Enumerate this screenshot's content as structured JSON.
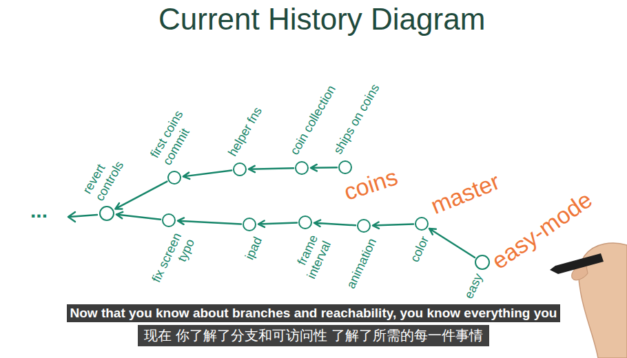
{
  "diagram": {
    "title": "Current History Diagram",
    "nodes": [
      {
        "text": [
          "revert controls"
        ]
      },
      {
        "text": [
          "first coins commit"
        ]
      },
      {
        "text": [
          "helper fns"
        ]
      },
      {
        "text": [
          "coin collection"
        ]
      },
      {
        "text": [
          "ships on coins"
        ]
      },
      {
        "text": [
          "fix screen typo"
        ]
      },
      {
        "text": [
          "ipad"
        ]
      },
      {
        "text": [
          "frame interval"
        ]
      },
      {
        "text": [
          "animation"
        ]
      },
      {
        "text": [
          "color"
        ]
      },
      {
        "text": [
          "easy"
        ]
      }
    ],
    "edges": [
      {
        "from": 1,
        "to": 0,
        "arrow": "to"
      },
      {
        "from": 2,
        "to": 1,
        "arrow": "to"
      },
      {
        "from": 3,
        "to": 2,
        "arrow": "to"
      },
      {
        "from": 4,
        "to": 3,
        "arrow": "to"
      },
      {
        "from": 5,
        "to": 0,
        "arrow": "to"
      },
      {
        "from": 6,
        "to": 5,
        "arrow": "to"
      },
      {
        "from": 7,
        "to": 6,
        "arrow": "to"
      },
      {
        "from": 8,
        "to": 7,
        "arrow": "to"
      },
      {
        "from": 9,
        "to": 8,
        "arrow": "to"
      },
      {
        "from": 10,
        "to": 9,
        "arrow": "to"
      }
    ],
    "labels": [
      "...",
      "coins",
      "master",
      "easy-mode",
      "Now that you know about branches and reachability, you know everything you",
      "现在 你了解了分支和可访问性 了解了所需的每一件事情"
    ]
  }
}
